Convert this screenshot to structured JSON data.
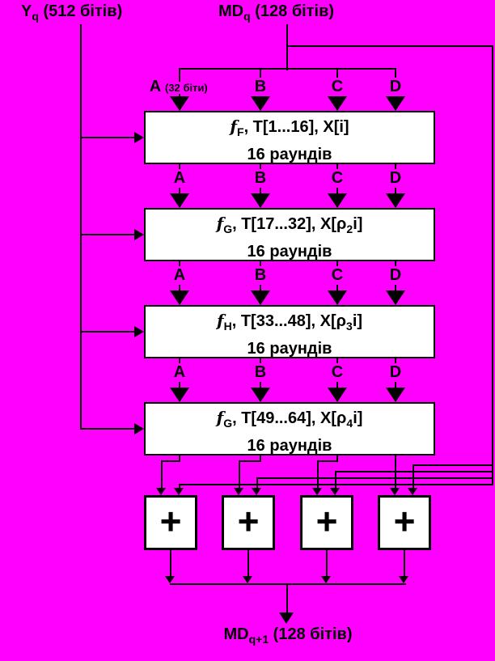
{
  "colors": {
    "background": "#ff00ff",
    "box_fill": "#ffffff",
    "line": "#000000",
    "text": "#000000"
  },
  "labels": {
    "input_block": {
      "pre": "Y",
      "sub": "q",
      "post": " (512 бітів)"
    },
    "input_digest": {
      "pre": "MD",
      "sub": "q",
      "post": " (128 бітів)"
    },
    "output_digest": {
      "pre": "MD",
      "sub": "q+1",
      "post": " (128 бітів)"
    },
    "register_note": "(32 біти)"
  },
  "registers": {
    "rows": [
      [
        "A",
        "B",
        "C",
        "D"
      ],
      [
        "A",
        "B",
        "C",
        "D"
      ],
      [
        "A",
        "B",
        "C",
        "D"
      ],
      [
        "A",
        "B",
        "C",
        "D"
      ]
    ]
  },
  "rounds": [
    {
      "f": "f",
      "fsub": "F",
      "mid": ", T[1...16], X[",
      "xsub": "",
      "tail": "i]",
      "line2": "16 раундів"
    },
    {
      "f": "f",
      "fsub": "G",
      "mid": ", T[17...32], X[ρ",
      "xsub": "2",
      "tail": "i]",
      "line2": "16 раундів"
    },
    {
      "f": "f",
      "fsub": "H",
      "mid": ", T[33...48], X[ρ",
      "xsub": "3",
      "tail": "i]",
      "line2": "16 раундів"
    },
    {
      "f": "f",
      "fsub": "G",
      "mid": ", T[49...64], X[ρ",
      "xsub": "4",
      "tail": "i]",
      "line2": "16 раундів"
    }
  ],
  "adders": {
    "symbol": "+"
  }
}
